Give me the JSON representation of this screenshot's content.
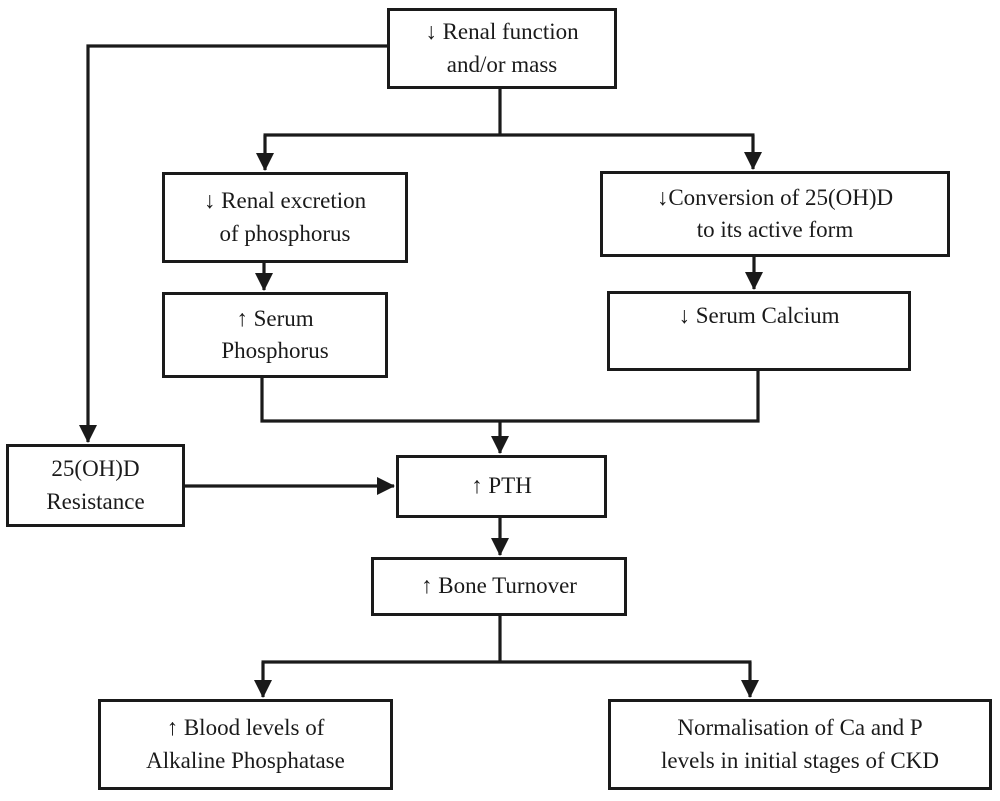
{
  "diagram": {
    "type": "flowchart",
    "topic": "Pathophysiology of secondary hyperparathyroidism in chronic kidney disease",
    "colors": {
      "ink": "#1a1a1a",
      "background": "#ffffff"
    },
    "nodes": {
      "renal_function": {
        "label": "↓ Renal function\nand/or mass"
      },
      "renal_excretion": {
        "label": "↓ Renal excretion\nof phosphorus"
      },
      "conversion": {
        "label": "↓Conversion of 25(OH)D\nto its active form"
      },
      "serum_phosphorus": {
        "label": "↑ Serum\nPhosphorus"
      },
      "serum_calcium": {
        "label": "↓ Serum Calcium"
      },
      "resistance": {
        "label": "25(OH)D\nResistance"
      },
      "pth": {
        "label": "↑ PTH"
      },
      "bone_turnover": {
        "label": "↑ Bone Turnover"
      },
      "alkaline_phosphatase": {
        "label": "↑ Blood levels of\nAlkaline Phosphatase"
      },
      "normalisation": {
        "label": "Normalisation of Ca and P\nlevels in initial stages of CKD"
      }
    },
    "edges": [
      {
        "from": "renal_function",
        "to": "renal_excretion"
      },
      {
        "from": "renal_function",
        "to": "conversion"
      },
      {
        "from": "renal_function",
        "to": "resistance"
      },
      {
        "from": "renal_excretion",
        "to": "serum_phosphorus"
      },
      {
        "from": "conversion",
        "to": "serum_calcium"
      },
      {
        "from": "serum_phosphorus",
        "to": "pth"
      },
      {
        "from": "serum_calcium",
        "to": "pth"
      },
      {
        "from": "resistance",
        "to": "pth"
      },
      {
        "from": "pth",
        "to": "bone_turnover"
      },
      {
        "from": "bone_turnover",
        "to": "alkaline_phosphatase"
      },
      {
        "from": "bone_turnover",
        "to": "normalisation"
      }
    ]
  }
}
